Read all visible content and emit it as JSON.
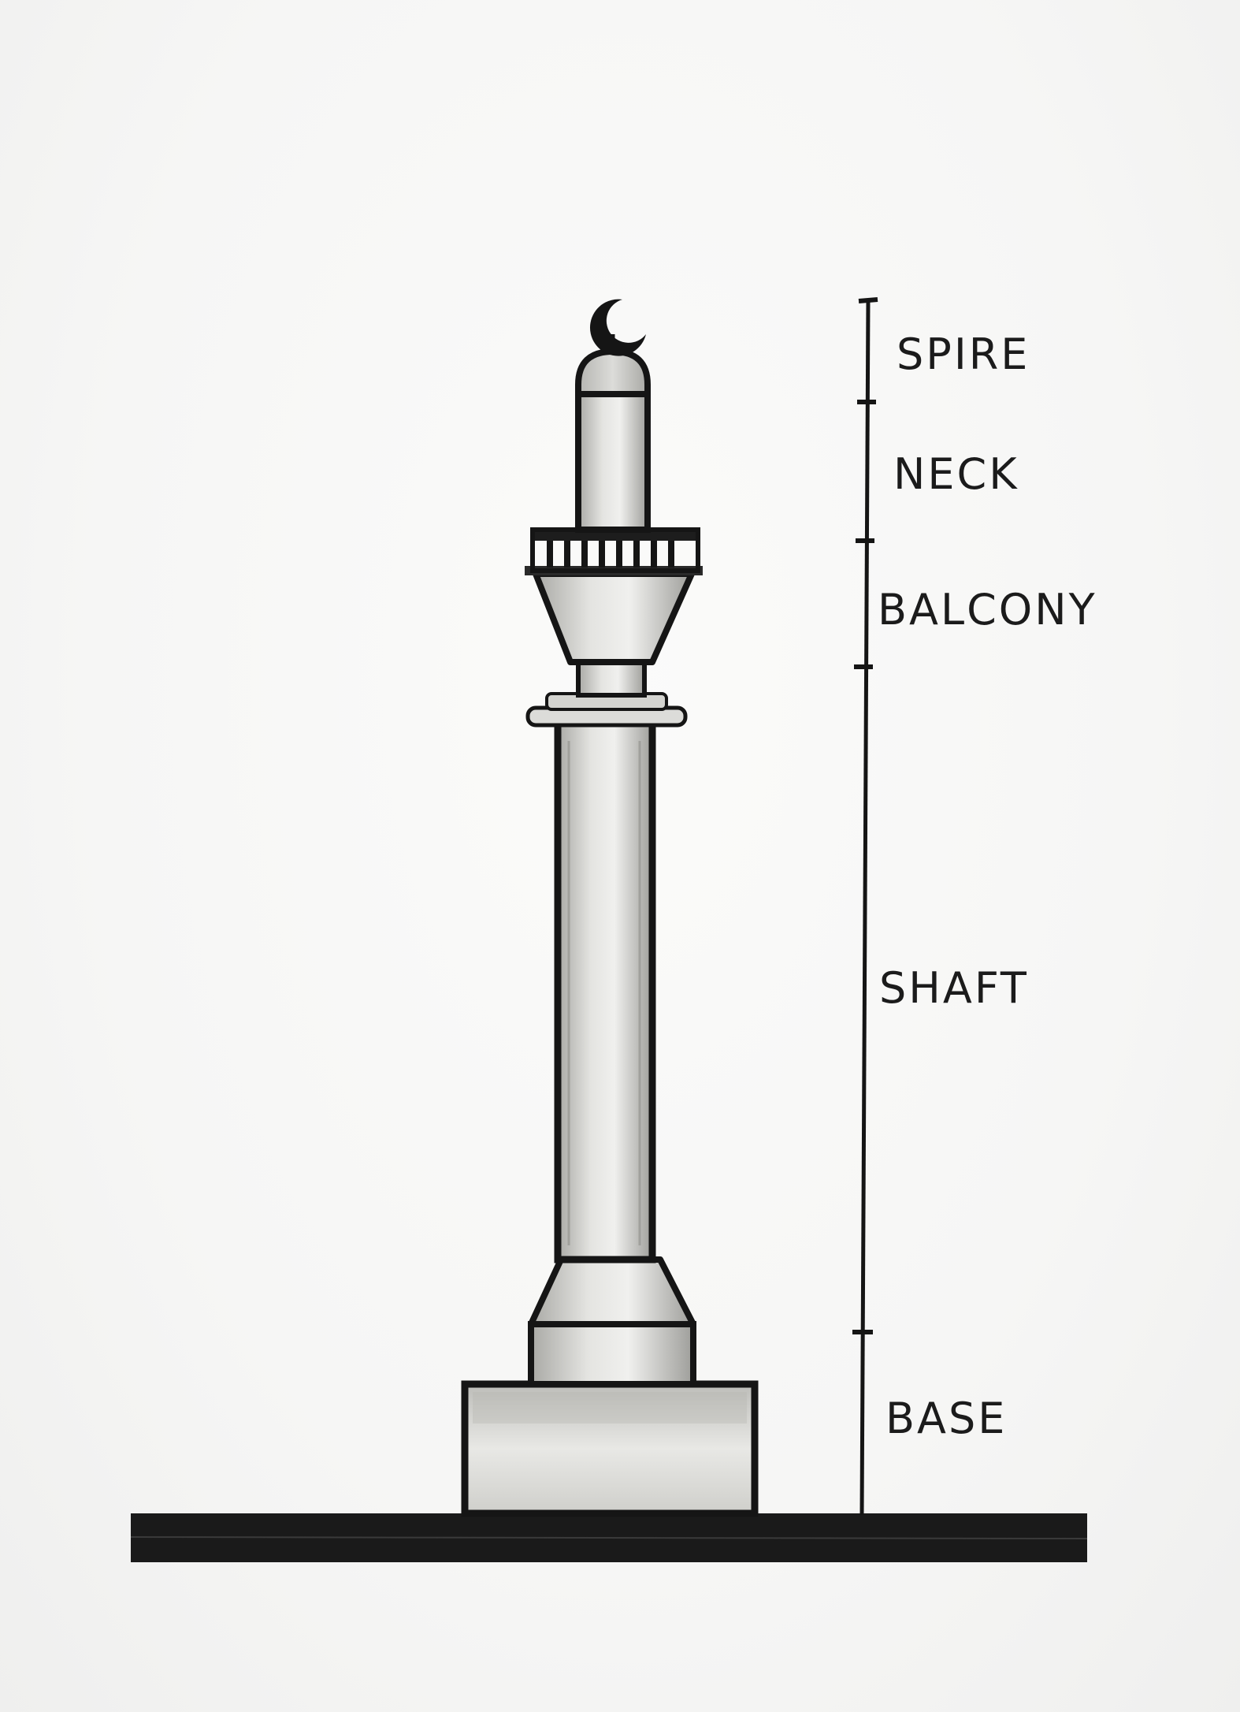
{
  "diagram": {
    "labels": {
      "spire": "SPIRE",
      "neck": "NECK",
      "balcony": "BALCONY",
      "shaft": "SHAFT",
      "base": "BASE"
    },
    "colors": {
      "ink": "#151515",
      "stone_light": "#e6e6e3",
      "stone_mid": "#c9c9c5",
      "stone_dark": "#9a9a96",
      "ground": "#1a1a1a"
    },
    "icons": {
      "finial": "crescent-icon"
    }
  }
}
